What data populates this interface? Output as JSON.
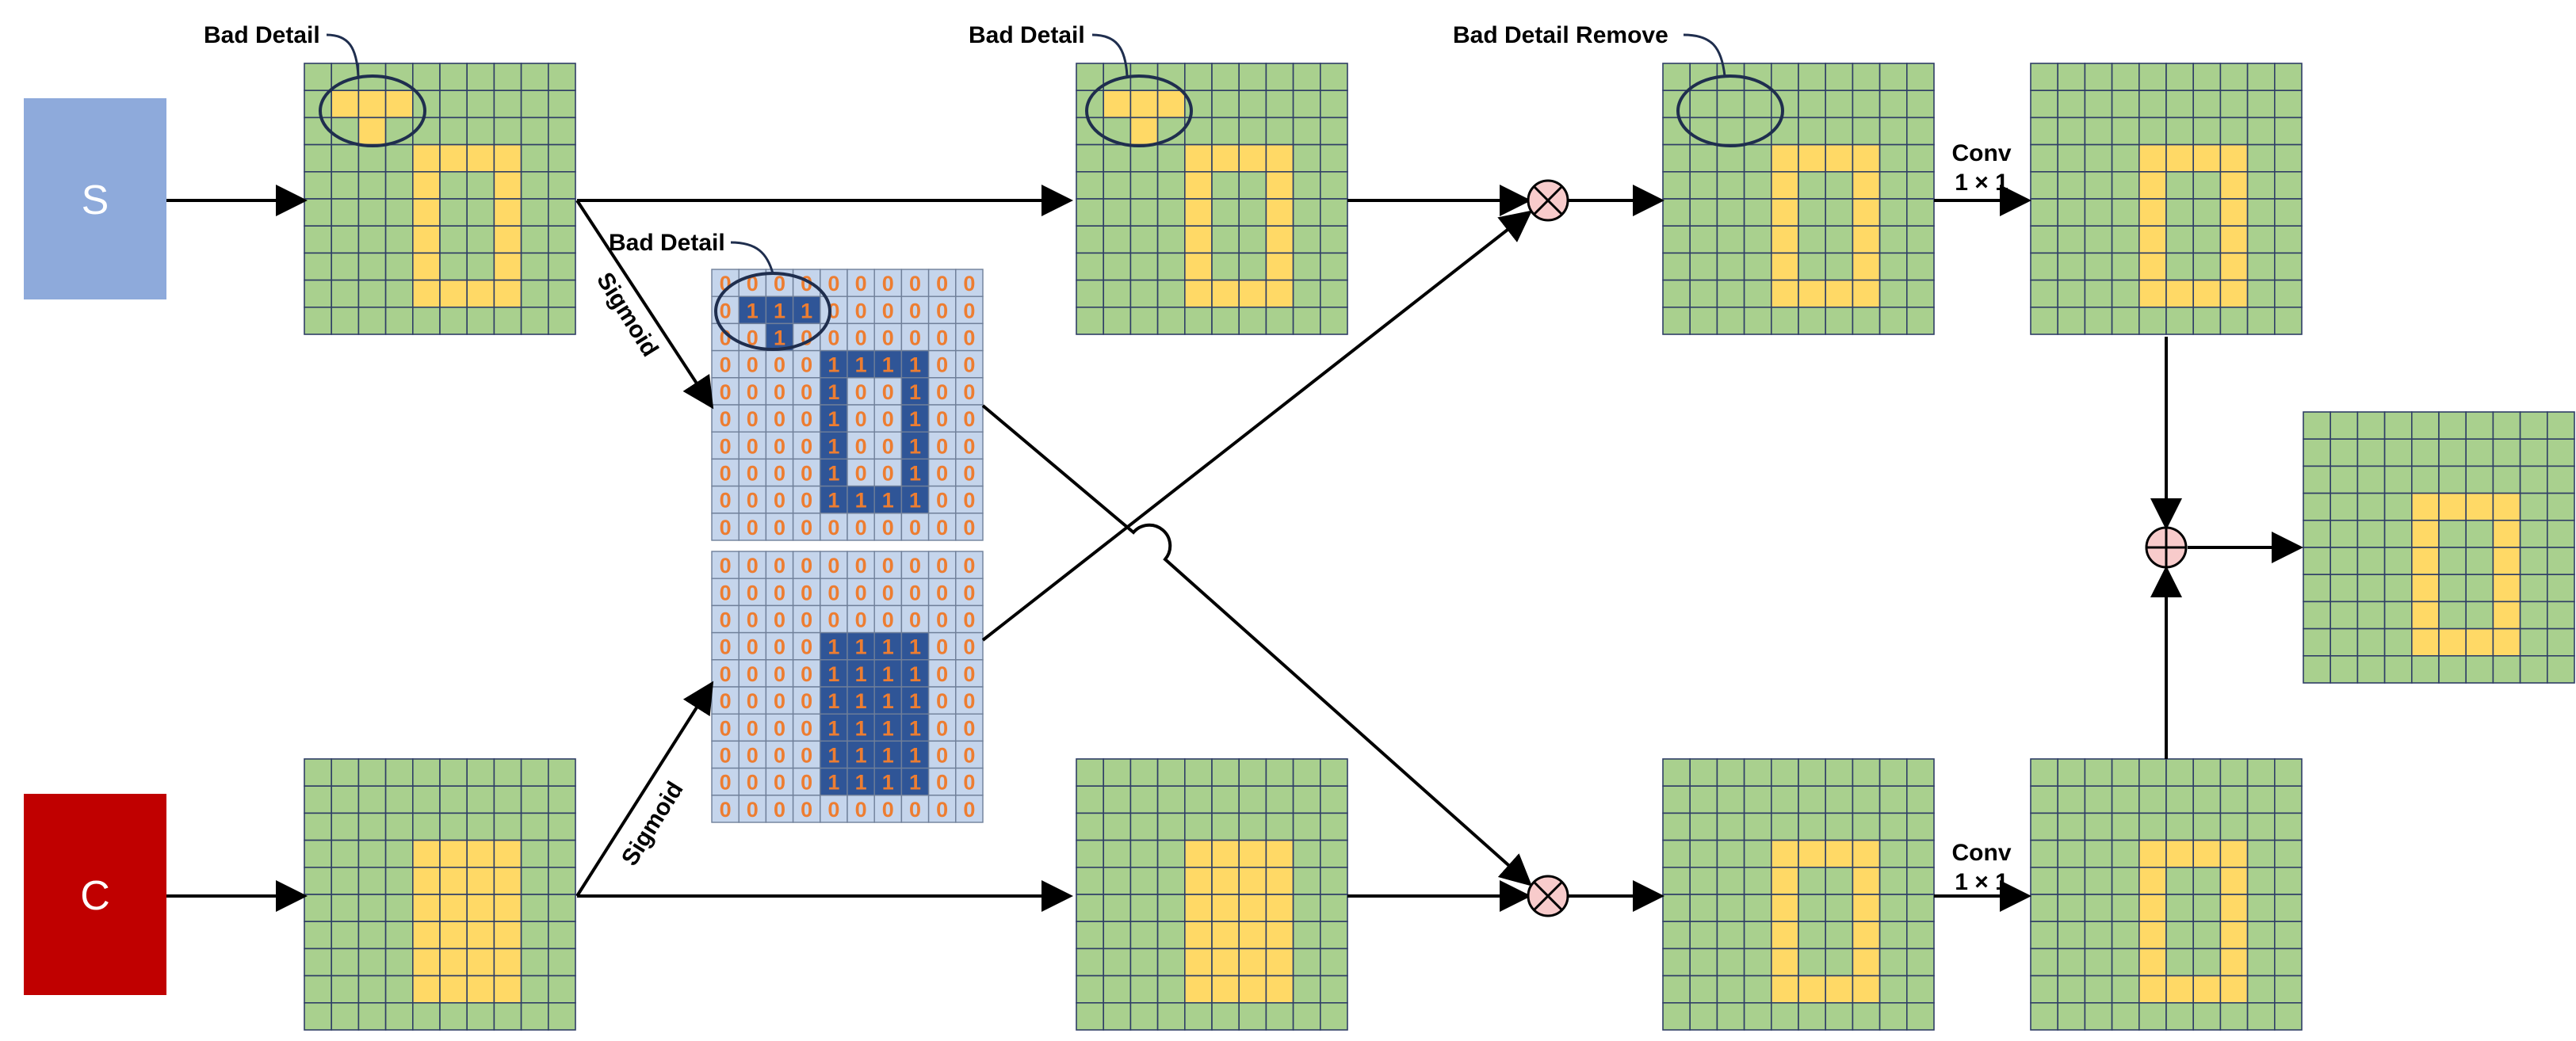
{
  "labels": {
    "s_input": "S",
    "c_input": "C",
    "bad_detail_1": "Bad Detail",
    "bad_detail_2": "Bad Detail",
    "bad_detail_mask": "Bad Detail",
    "bad_detail_remove": "Bad Detail Remove",
    "sigmoid_top": "Sigmoid",
    "sigmoid_bottom": "Sigmoid",
    "conv_top_line1": "Conv",
    "conv_top_line2": "1 × 1",
    "conv_bottom_line1": "Conv",
    "conv_bottom_line2": "1 × 1"
  },
  "colors": {
    "s_block": "#8EAADB",
    "c_block": "#C00000",
    "grid_fill": "#A9D08E",
    "grid_line": "#2F3E66",
    "highlight": "#FFD966",
    "mask_cell": "#C5D5EC",
    "mask_active": "#2F5597",
    "mask_digit": "#ED7D31",
    "operator_fill": "#F8CBCB",
    "arrow": "#000000"
  },
  "icons": {
    "multiply": "circled-times-icon",
    "add": "circled-plus-icon"
  },
  "grids": {
    "s_feature": {
      "rows": [
        "0000000000",
        "0TTT000000",
        "00T0000000",
        "0000UUUU00",
        "0000U00U00",
        "0000U00U00",
        "0000U00U00",
        "0000U00U00",
        "0000UUUU00",
        "0000000000"
      ]
    },
    "s_branch": {
      "rows": [
        "0000000000",
        "0TTT000000",
        "00T0000000",
        "0000UUUU00",
        "0000U00U00",
        "0000U00U00",
        "0000U00U00",
        "0000U00U00",
        "0000UUUU00",
        "0000000000"
      ]
    },
    "s_cleaned": {
      "rows": [
        "0000000000",
        "0000000000",
        "0000000000",
        "0000UUUU00",
        "0000U00U00",
        "0000U00U00",
        "0000U00U00",
        "0000U00U00",
        "0000UUUU00",
        "0000000000"
      ]
    },
    "s_conv": {
      "rows": [
        "0000000000",
        "0000000000",
        "0000000000",
        "0000UUUU00",
        "0000U00U00",
        "0000U00U00",
        "0000U00U00",
        "0000U00U00",
        "0000UUUU00",
        "0000000000"
      ]
    },
    "c_feature": {
      "rows": [
        "0000000000",
        "0000000000",
        "0000000000",
        "0000UUUU00",
        "0000UUUU00",
        "0000UUUU00",
        "0000UUUU00",
        "0000UUUU00",
        "0000UUUU00",
        "0000000000"
      ]
    },
    "c_branch": {
      "rows": [
        "0000000000",
        "0000000000",
        "0000000000",
        "0000UUUU00",
        "0000UUUU00",
        "0000UUUU00",
        "0000UUUU00",
        "0000UUUU00",
        "0000UUUU00",
        "0000000000"
      ]
    },
    "c_cleaned": {
      "rows": [
        "0000000000",
        "0000000000",
        "0000000000",
        "0000UUUU00",
        "0000U00U00",
        "0000U00U00",
        "0000U00U00",
        "0000U00U00",
        "0000UUUU00",
        "0000000000"
      ]
    },
    "c_conv": {
      "rows": [
        "0000000000",
        "0000000000",
        "0000000000",
        "0000UUUU00",
        "0000U00U00",
        "0000U00U00",
        "0000U00U00",
        "0000U00U00",
        "0000UUUU00",
        "0000000000"
      ]
    },
    "output": {
      "rows": [
        "0000000000",
        "0000000000",
        "0000000000",
        "0000UUUU00",
        "0000U00U00",
        "0000U00U00",
        "0000U00U00",
        "0000U00U00",
        "0000UUUU00",
        "0000000000"
      ]
    }
  },
  "masks": {
    "s_mask": {
      "rows": [
        "0000000000",
        "0111000000",
        "0010000000",
        "0000111100",
        "0000100100",
        "0000100100",
        "0000100100",
        "0000100100",
        "0000111100",
        "0000000000"
      ]
    },
    "c_mask": {
      "rows": [
        "0000000000",
        "0000000000",
        "0000000000",
        "0000111100",
        "0000111100",
        "0000111100",
        "0000111100",
        "0000111100",
        "0000111100",
        "0000000000"
      ]
    }
  }
}
